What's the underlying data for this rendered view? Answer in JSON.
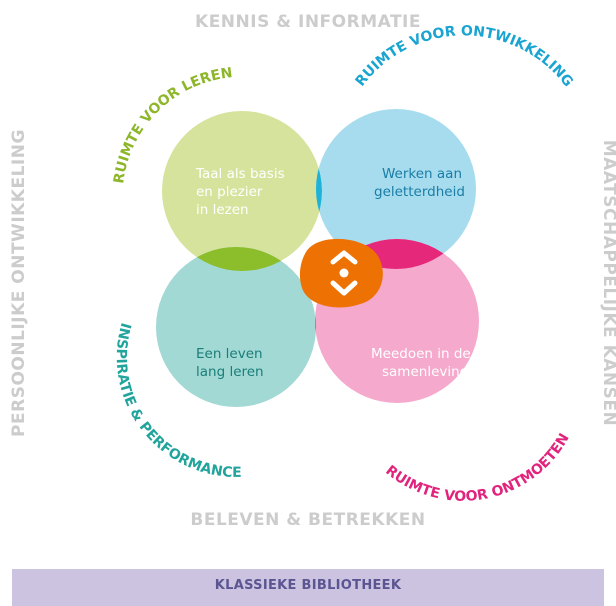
{
  "axes": {
    "top": "KENNIS & INFORMATIE",
    "bottom": "BELEVEN & BETREKKEN",
    "left": "PERSOONLIJKE ONTWIKKELING",
    "right": "MAATSCHAPPELIJKE KANSEN"
  },
  "quadrants": {
    "top_left": {
      "arc_label": "RUIMTE VOOR LEREN",
      "lines": [
        "Taal als basis",
        "en plezier",
        "in lezen"
      ],
      "color": "#d5e39c",
      "text_color": "#ffffff",
      "arc_color": "#8db62a"
    },
    "top_right": {
      "arc_label": "RUIMTE VOOR ONTWIKKELING",
      "lines": [
        "Werken aan",
        "geletterdheid"
      ],
      "color": "#a6dcee",
      "text_color": "#1a7da6",
      "arc_color": "#1aa4d1"
    },
    "bottom_left": {
      "arc_label": "INSPIRATIE & PERFORMANCE",
      "lines": [
        "Een leven",
        "lang leren"
      ],
      "color": "#a2d9d5",
      "text_color": "#1a7d78",
      "arc_color": "#20a49c"
    },
    "bottom_right": {
      "arc_label": "RUIMTE VOOR ONTMOETEN",
      "lines": [
        "Meedoen in de",
        "samenleving"
      ],
      "color": "#f4a9cd",
      "text_color": "#ffffff",
      "arc_color": "#e2237d"
    }
  },
  "overlaps": {
    "top": "#1fb2d8",
    "left": "#8cbd2a",
    "right": "#e5287a",
    "bottom": "#23a89c"
  },
  "center_logo": {
    "name": "library-logo-icon",
    "color": "#ee7203"
  },
  "footer": {
    "label": "KLASSIEKE BIBLIOTHEEK",
    "color": "#cbc3e0"
  }
}
